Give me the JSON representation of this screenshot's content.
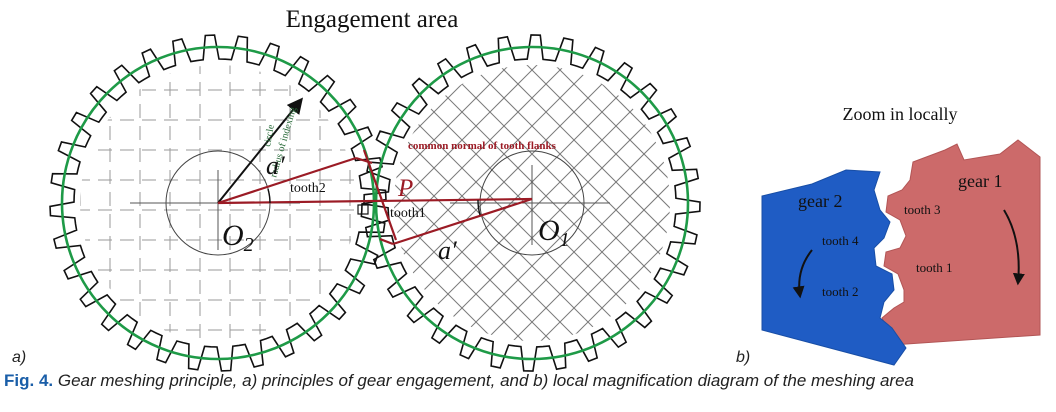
{
  "panel_a": {
    "title": "Engagement area",
    "label": "a)",
    "gear_left_center": "O",
    "gear_left_center_sub": "2",
    "gear_right_center": "O",
    "gear_right_center_sub": "1",
    "pitch_point": "P",
    "center_distance_upper": "a′",
    "center_distance_lower": "a′",
    "tooth_upper": "tooth2",
    "tooth_lower": "tooth1",
    "radius_label_1": "radius of indexing",
    "radius_label_2": "circle",
    "normal_label": "common normal of tooth flanks",
    "colors": {
      "pitch_circle": "#1e9a47",
      "annotation": "#9b1b25"
    }
  },
  "panel_b": {
    "title": "Zoom in locally",
    "label": "b)",
    "gear_left": "gear 2",
    "gear_right": "gear 1",
    "teeth": [
      "tooth 3",
      "tooth 4",
      "tooth 1",
      "tooth 2"
    ],
    "colors": {
      "gear_2": "#1f5cc4",
      "gear_1": "#cc6a6a"
    }
  },
  "caption": {
    "figure_label": "Fig. 4.",
    "text": "Gear meshing principle, a) principles of gear engagement, and b) local magnification diagram of the meshing area"
  }
}
